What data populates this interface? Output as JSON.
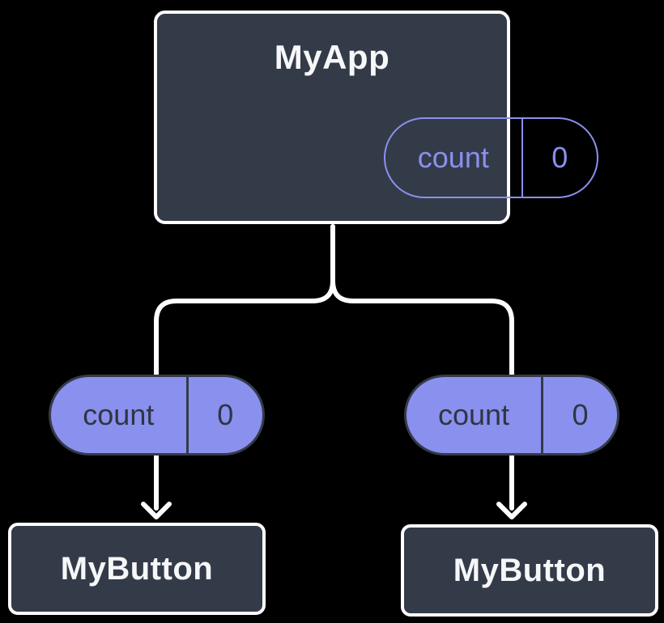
{
  "diagram": {
    "root": {
      "label": "MyApp",
      "state": {
        "name": "count",
        "value": "0"
      }
    },
    "children": [
      {
        "label": "MyButton",
        "state": {
          "name": "count",
          "value": "0"
        }
      },
      {
        "label": "MyButton",
        "state": {
          "name": "count",
          "value": "0"
        }
      }
    ],
    "colors": {
      "background": "#000000",
      "node_fill": "#343B48",
      "node_border": "#FFFFFF",
      "node_text": "#F6F7F9",
      "accent": "#8A90EE",
      "pill_text_dark": "#2F3542",
      "pill_border_dark": "#353B48",
      "connector": "#FFFFFF"
    }
  }
}
